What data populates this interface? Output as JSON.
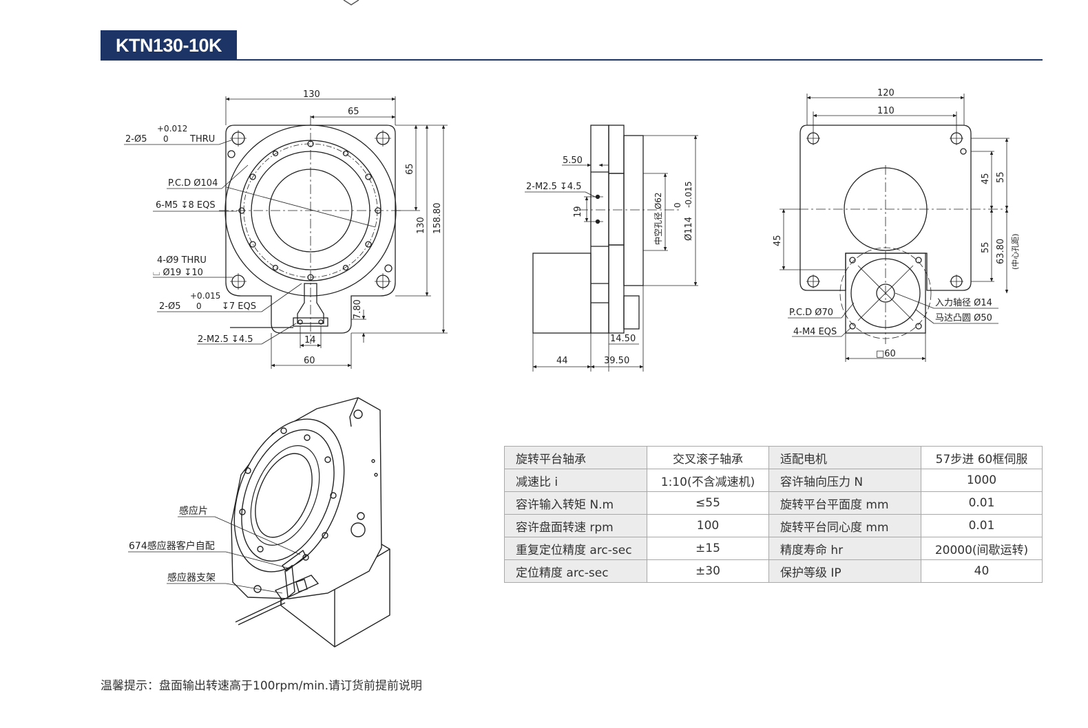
{
  "header": {
    "model": "KTN130-10K",
    "accent_color": "#1d3566"
  },
  "front_view": {
    "width_dim": "130",
    "half_width_dim": "65",
    "thru_hole_callout": "2-Ø5",
    "thru_hole_tol_upper": "+0.012",
    "thru_hole_tol_lower": "0",
    "thru_hole_suffix": "THRU",
    "pcd_callout": "P.C.D Ø104",
    "mount_tap_callout": "6-M5 ↧8 EQS",
    "corner_hole_callout": "4-Ø9 THRU",
    "counterbore_callout": "⌴ Ø19 ↧10",
    "pin_hole_callout": "2-Ø5",
    "pin_hole_tol_upper": "+0.015",
    "pin_hole_tol_lower": "0",
    "pin_hole_depth": "↧7 EQS",
    "sensor_tap_callout": "2-M2.5 ↧4.5",
    "dim_65_right": "65",
    "dim_130_right": "130",
    "dim_15880": "158.80",
    "dim_780": "7.80",
    "dim_14": "14",
    "dim_60": "60"
  },
  "side_view": {
    "dim_550": "5.50",
    "tap_callout": "2-M2.5 ↧4.5",
    "dim_19": "19",
    "hollow_callout": "中空孔径 Ø62",
    "spigot_callout": "Ø114",
    "spigot_tol_upper": "0",
    "spigot_tol_lower": "-0.015",
    "dim_1450": "14.50",
    "dim_44": "44",
    "dim_3950": "39.50"
  },
  "rear_view": {
    "dim_120": "120",
    "dim_110": "110",
    "dim_45_left": "45",
    "dim_45_right": "45",
    "dim_55_top": "55",
    "dim_55_bottom": "55",
    "dim_6380": "63.80",
    "center_note": "(中心孔距)",
    "pcd_callout": "P.C.D Ø70",
    "tap_callout": "4-M4 EQS",
    "input_shaft": "入力轴径 Ø14",
    "motor_spigot": "马达凸圆 Ø50",
    "square_dim": "□60"
  },
  "iso_view": {
    "label_sensor_plate": "感应片",
    "label_sensor_custom": "674感应器客户自配",
    "label_sensor_bracket": "感应器支架"
  },
  "spec_table": {
    "rows": [
      [
        "旋转平台轴承",
        "交叉滚子轴承",
        "适配电机",
        "57步进 60框伺服"
      ],
      [
        "减速比 i",
        "1:10(不含减速机)",
        "容许轴向压力 N",
        "1000"
      ],
      [
        "容许输入转矩 N.m",
        "≤55",
        "旋转平台平面度 mm",
        "0.01"
      ],
      [
        "容许盘面转速 rpm",
        "100",
        "旋转平台同心度 mm",
        "0.01"
      ],
      [
        "重复定位精度 arc-sec",
        "±15",
        "精度寿命 hr",
        "20000(间歇运转)"
      ],
      [
        "定位精度 arc-sec",
        "±30",
        "保护等级 IP",
        "40"
      ]
    ]
  },
  "footer": {
    "note": "温馨提示：盘面输出转速高于100rpm/min.请订货前提前说明"
  }
}
